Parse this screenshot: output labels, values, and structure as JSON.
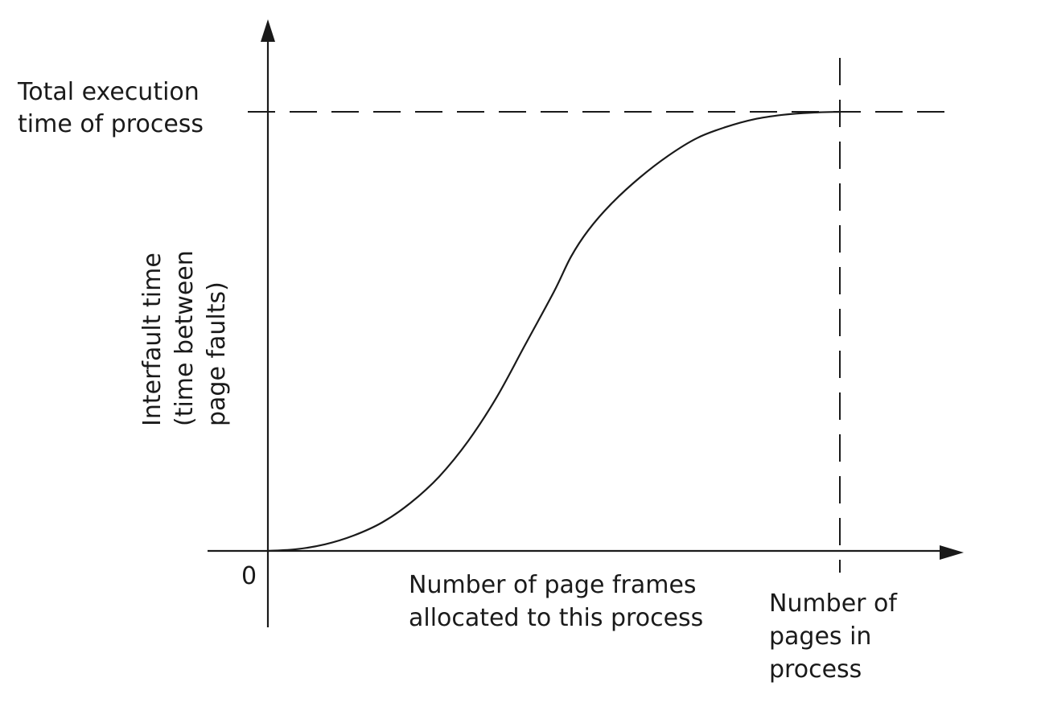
{
  "chart_data": {
    "type": "line",
    "title": "",
    "xlabel": "Number of page frames allocated to this process",
    "ylabel": [
      "Interfault time",
      "(time between",
      "page faults)"
    ],
    "origin_label": "0",
    "y_reference_label": [
      "Total execution",
      "time of process"
    ],
    "x_reference_label": [
      "Number of",
      "pages in",
      "process"
    ],
    "axis_arrows": true,
    "tick_values": false,
    "grid": false,
    "series": [
      {
        "curve_shape": "sigmoid",
        "x": [
          0,
          0.05,
          0.1,
          0.15,
          0.2,
          0.25,
          0.3,
          0.35,
          0.4,
          0.45,
          0.5,
          0.53,
          0.56,
          0.6,
          0.65,
          0.7,
          0.75,
          0.8,
          0.85,
          0.9,
          0.95,
          1.0
        ],
        "y": [
          0,
          0.004,
          0.015,
          0.035,
          0.065,
          0.11,
          0.17,
          0.25,
          0.35,
          0.47,
          0.59,
          0.67,
          0.73,
          0.79,
          0.85,
          0.9,
          0.94,
          0.965,
          0.983,
          0.993,
          0.998,
          1.0
        ]
      }
    ]
  }
}
